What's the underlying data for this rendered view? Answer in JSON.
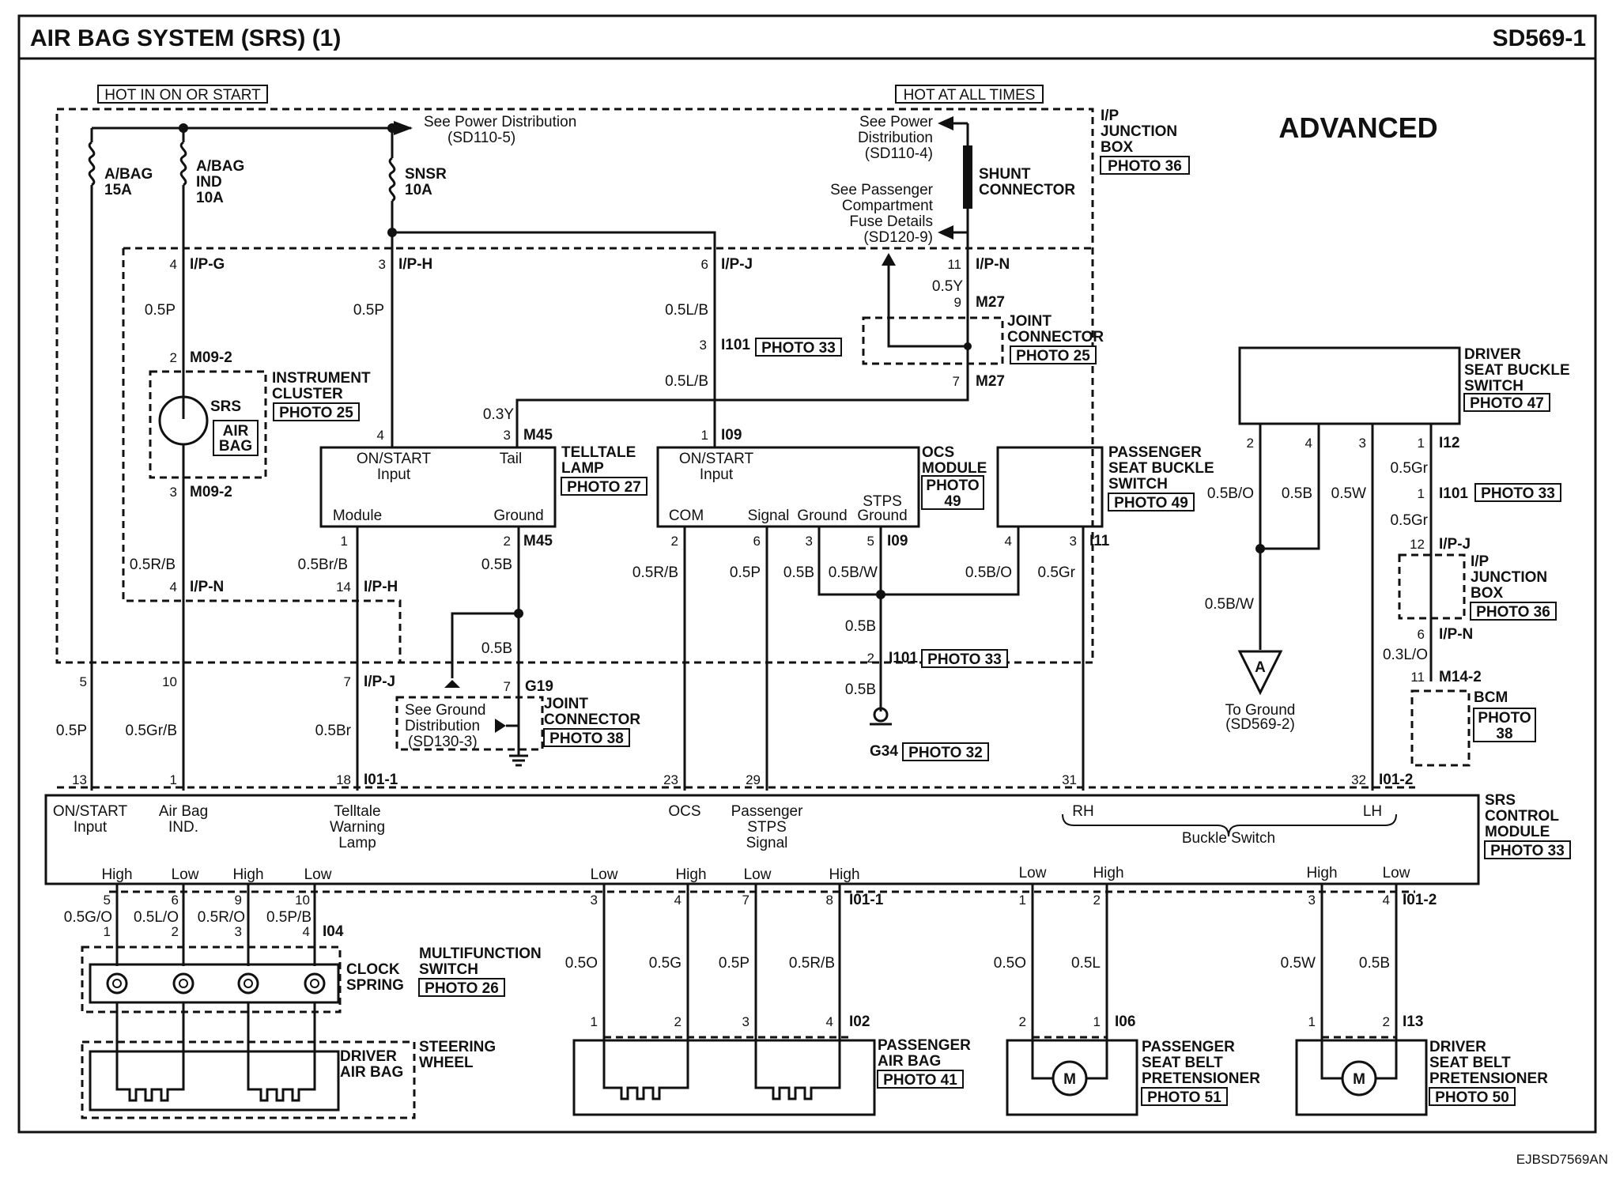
{
  "header": {
    "title": "AIR BAG SYSTEM (SRS) (1)",
    "code": "SD569-1",
    "badge": "ADVANCED"
  },
  "footer": {
    "ref": "EJBSD7569AN"
  },
  "power": {
    "hot_run": "HOT IN ON OR START",
    "hot_all": "HOT AT ALL TIMES",
    "see_power": "See Power Distribution",
    "see_power_ref": "(SD110-5)",
    "see_power2_a": "See Power",
    "see_power2_b": "Distribution",
    "see_power2_ref": "(SD110-4)",
    "see_pass_a": "See Passenger",
    "see_pass_b": "Compartment",
    "see_pass_c": "Fuse Details",
    "see_pass_ref": "(SD120-9)",
    "shunt_a": "SHUNT",
    "shunt_b": "CONNECTOR",
    "ipjb_a": "I/P",
    "ipjb_b": "JUNCTION",
    "ipjb_c": "BOX",
    "ipjb_photo": "PHOTO 36"
  },
  "fuses": [
    {
      "name_a": "A/BAG",
      "name_b": "15A",
      "name_c": ""
    },
    {
      "name_a": "A/BAG",
      "name_b": "IND",
      "name_c": "10A"
    },
    {
      "name_a": "SNSR",
      "name_b": "10A",
      "name_c": ""
    }
  ],
  "cluster": {
    "name_a": "INSTRUMENT",
    "name_b": "CLUSTER",
    "photo": "PHOTO 25",
    "srs": "SRS",
    "lamp_a": "AIR",
    "lamp_b": "BAG",
    "pin_top": "2",
    "conn_top": "M09-2",
    "pin_bot": "3",
    "conn_bot": "M09-2"
  },
  "telltale": {
    "name_a": "TELLTALE",
    "name_b": "LAMP",
    "photo": "PHOTO 27",
    "in_a": "ON/START",
    "in_b": "Input",
    "tail": "Tail",
    "module": "Module",
    "ground": "Ground"
  },
  "ocs": {
    "name_a": "OCS",
    "name_b": "MODULE",
    "photo_a": "PHOTO",
    "photo_b": "49",
    "in_a": "ON/START",
    "in_b": "Input",
    "com": "COM",
    "signal": "Signal",
    "ground": "Ground",
    "stps_a": "STPS",
    "stps_b": "Ground"
  },
  "pass_buckle": {
    "name_a": "PASSENGER",
    "name_b": "SEAT BUCKLE",
    "name_c": "SWITCH",
    "photo": "PHOTO 49"
  },
  "driver_buckle": {
    "name_a": "DRIVER",
    "name_b": "SEAT BUCKLE",
    "name_c": "SWITCH",
    "photo": "PHOTO 47"
  },
  "joint_conn_top": {
    "name_a": "JOINT",
    "name_b": "CONNECTOR",
    "photo": "PHOTO 25"
  },
  "joint_conn_g19": {
    "name_a": "JOINT",
    "name_b": "CONNECTOR",
    "photo": "PHOTO 38",
    "see_a": "See Ground",
    "see_b": "Distribution",
    "see_c": "(SD130-3)"
  },
  "ground_g34": {
    "name": "G34",
    "photo": "PHOTO 32"
  },
  "to_ground": {
    "letter": "A",
    "text_a": "To Ground",
    "text_b": "(SD569-2)"
  },
  "bcm": {
    "name": "BCM",
    "photo_a": "PHOTO",
    "photo_b": "38"
  },
  "ipjb_right": {
    "name_a": "I/P",
    "name_b": "JUNCTION",
    "name_c": "BOX",
    "photo": "PHOTO 36"
  },
  "srs_module": {
    "name_a": "SRS",
    "name_b": "CONTROL",
    "name_c": "MODULE",
    "photo": "PHOTO 33",
    "on_a": "ON/START",
    "on_b": "Input",
    "airbag_a": "Air Bag",
    "airbag_b": "IND.",
    "tell_a": "Telltale",
    "tell_b": "Warning",
    "tell_c": "Lamp",
    "ocs": "OCS",
    "pstps_a": "Passenger",
    "pstps_b": "STPS",
    "pstps_c": "Signal",
    "rh": "RH",
    "lh": "LH",
    "buckle": "Buckle Switch",
    "lvl": [
      "High",
      "Low",
      "High",
      "Low",
      "Low",
      "High",
      "Low",
      "High",
      "Low",
      "High",
      "High",
      "Low"
    ]
  },
  "multifunction": {
    "name_a": "MULTIFUNCTION",
    "name_b": "SWITCH",
    "photo": "PHOTO 26",
    "clock_a": "CLOCK",
    "clock_b": "SPRING"
  },
  "steering": {
    "name_a": "STEERING",
    "name_b": "WHEEL",
    "driver_a": "DRIVER",
    "driver_b": "AIR BAG"
  },
  "pass_airbag": {
    "name_a": "PASSENGER",
    "name_b": "AIR BAG",
    "photo": "PHOTO 41"
  },
  "pass_pret": {
    "name_a": "PASSENGER",
    "name_b": "SEAT BELT",
    "name_c": "PRETENSIONER",
    "photo": "PHOTO 51",
    "motor": "M"
  },
  "driver_pret": {
    "name_a": "DRIVER",
    "name_b": "SEAT BELT",
    "name_c": "PRETENSIONER",
    "photo": "PHOTO 50",
    "motor": "M"
  },
  "photo33": "PHOTO 33",
  "wires": {
    "w05P": "0.5P",
    "w05Y": "0.5Y",
    "w05LB": "0.5L/B",
    "w03Y": "0.3Y",
    "w05RB": "0.5R/B",
    "w05BrB": "0.5Br/B",
    "w05B": "0.5B",
    "w05P2": "0.5P",
    "w05BW": "0.5B/W",
    "w05BO": "0.5B/O",
    "w05Gr": "0.5Gr",
    "w05W": "0.5W",
    "w03LO": "0.3L/O",
    "w05GrB": "0.5Gr/B",
    "w05Br": "0.5Br",
    "w05GO": "0.5G/O",
    "w05LO": "0.5L/O",
    "w05RO": "0.5R/O",
    "w05PB": "0.5P/B",
    "w05O": "0.5O",
    "w05G": "0.5G",
    "w05L": "0.5L"
  },
  "conns": {
    "IPG": "I/P-G",
    "IPH": "I/P-H",
    "IPJ": "I/P-J",
    "IPN": "I/P-N",
    "M27": "M27",
    "I101": "I101",
    "M45": "M45",
    "I09": "I09",
    "I11": "I11",
    "I12": "I12",
    "G19": "G19",
    "I011": "I01-1",
    "I012": "I01-2",
    "I04": "I04",
    "I02": "I02",
    "I06": "I06",
    "I13": "I13",
    "M142": "M14-2"
  }
}
